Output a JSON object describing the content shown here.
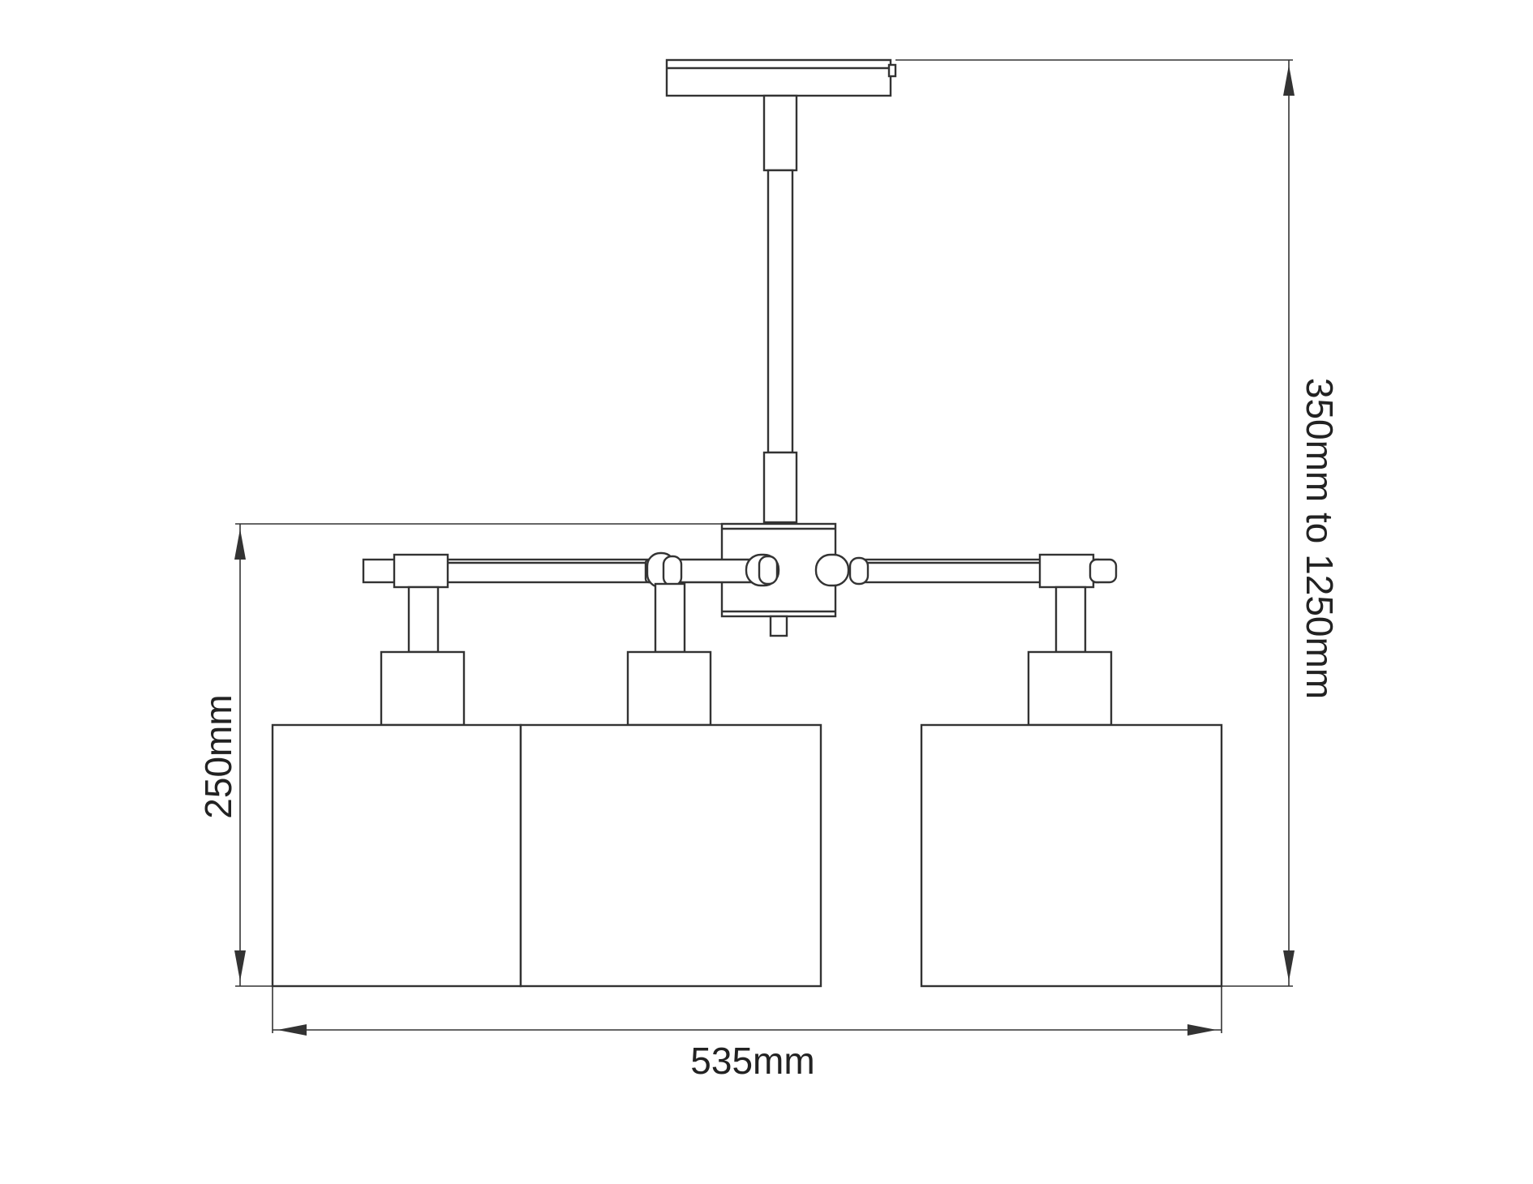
{
  "dimensions": {
    "width_label": "535mm",
    "shade_height_label": "250mm",
    "drop_label": "350mm to 1250mm"
  },
  "colors": {
    "line": "#333333",
    "background": "#ffffff"
  }
}
